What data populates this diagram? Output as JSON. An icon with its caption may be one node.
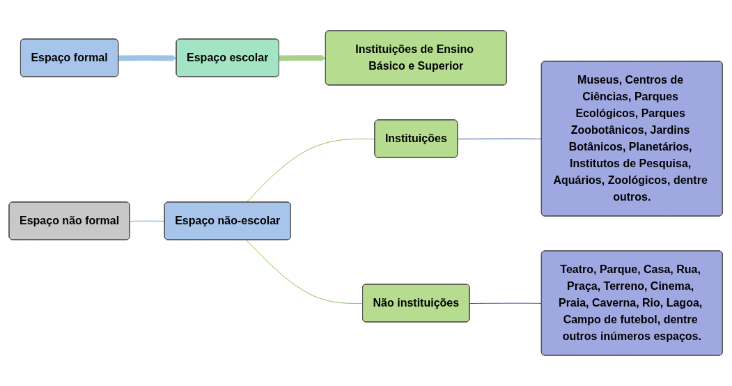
{
  "diagram": {
    "nodes": [
      {
        "text": [
          "Espaço formal"
        ]
      },
      {
        "text": [
          "Espaço escolar"
        ]
      },
      {
        "text": [
          "Instituições de Ensino Básico e Superior"
        ]
      },
      {
        "text": [
          "Espaço não formal"
        ]
      },
      {
        "text": [
          "Espaço não-escolar"
        ]
      },
      {
        "text": [
          "Instituições"
        ]
      },
      {
        "text": [
          "Museus, Centros de Ciências, Parques Ecológicos, Parques Zoobotânicos, Jardins Botânicos, Planetários, Institutos de Pesquisa, Aquários, Zoológicos, dentre outros."
        ]
      },
      {
        "text": [
          "Não instituições"
        ]
      },
      {
        "text": [
          "Teatro, Parque, Casa, Rua, Praça, Terreno, Cinema, Praia, Caverna, Rio, Lagoa, Campo de futebol, dentre outros inúmeros espaços."
        ]
      }
    ],
    "edges": [
      {
        "from": 0,
        "to": 1,
        "arrow": "to",
        "style": "thick",
        "color": "#9dc3e6"
      },
      {
        "from": 1,
        "to": 2,
        "arrow": "to",
        "style": "thick",
        "color": "#a9d18e"
      },
      {
        "from": 3,
        "to": 4,
        "arrow": "none",
        "color": "#6f9fd8"
      },
      {
        "from": 4,
        "to": 5,
        "arrow": "none",
        "color": "#8cbf5a"
      },
      {
        "from": 4,
        "to": 7,
        "arrow": "none",
        "color": "#8cbf5a"
      },
      {
        "from": 5,
        "to": 6,
        "arrow": "none",
        "color": "#2f52a0"
      },
      {
        "from": 7,
        "to": 8,
        "arrow": "none",
        "color": "#2f52a0"
      }
    ]
  }
}
